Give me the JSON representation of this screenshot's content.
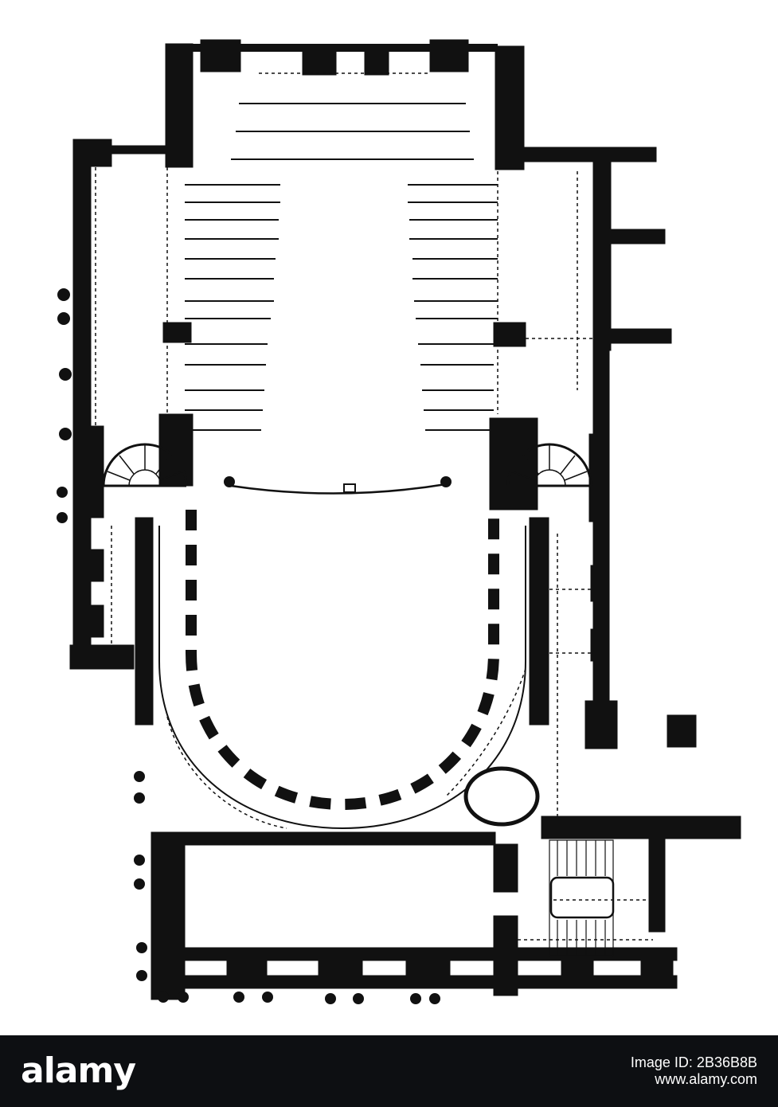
{
  "colors": {
    "ink": "#111111",
    "paper": "#ffffff",
    "footer_bg": "#0d0f12",
    "footer_text": "#ffffff"
  },
  "footer": {
    "brand": "alamy",
    "image_id_label": "Image ID: 2B36B8B",
    "image_id": "2B36B8B",
    "url": "www.alamy.com"
  }
}
